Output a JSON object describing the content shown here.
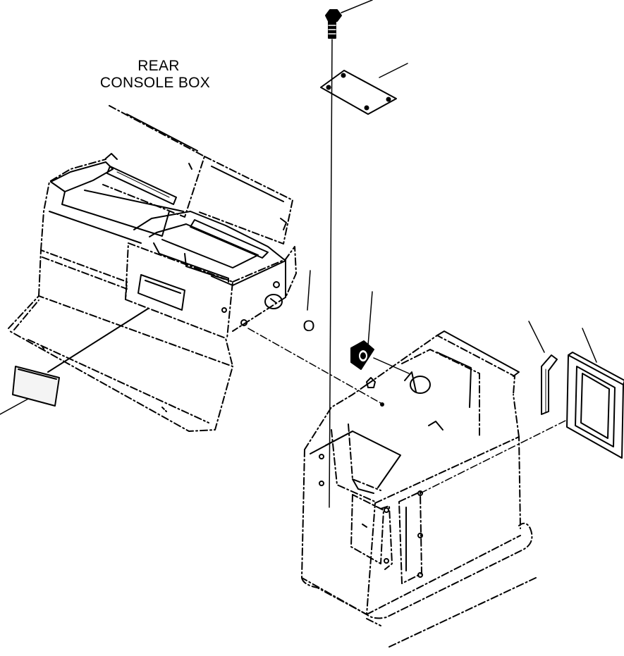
{
  "diagram": {
    "callout": {
      "line1": "REAR",
      "line2": "CONSOLE BOX"
    },
    "ring_marker": "O"
  }
}
